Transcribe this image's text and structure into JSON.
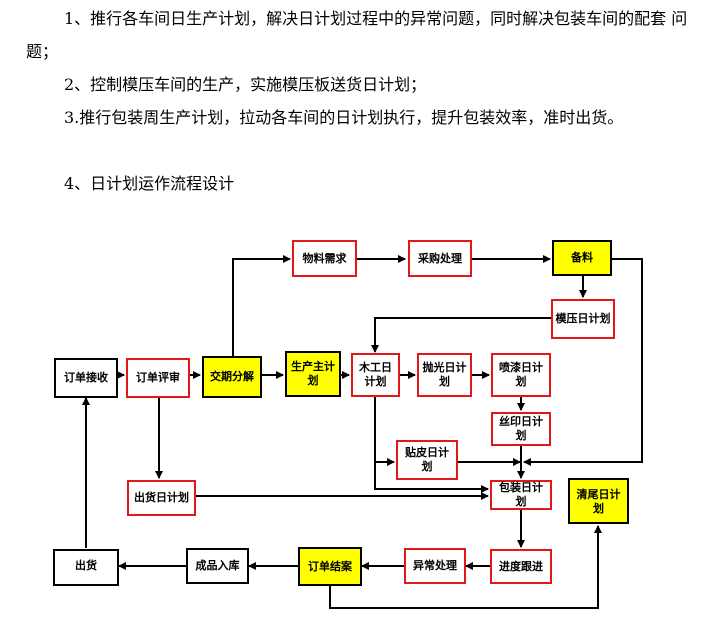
{
  "paragraphs": {
    "p1": "1、推行各车间日生产计划，解决日计划过程中的异常问题，同时解决包装车间的配套 问题；",
    "p2": "2、控制模压车间的生产，实施模压板送货日计划；",
    "p3": "3.推行包装周生产计划，拉动各车间的日计划执行，提升包装效率，准时出货。",
    "p4": "4、日计划运作流程设计"
  },
  "flowchart": {
    "order_receive": "订单接收",
    "order_review": "订单评审",
    "delivery_breakdown": "交期分解",
    "production_plan": "生产主计划",
    "material_demand": "物料需求",
    "purchase_processing": "采购处理",
    "stock_preparation": "备料",
    "molding_daily_plan": "模压日计划",
    "woodwork_daily_plan": "木工日计划",
    "polishing_daily_plan": "抛光日计划",
    "painting_daily_plan": "喷漆日计划",
    "silkscreen_daily_plan": "丝印日计划",
    "veneer_daily_plan": "贴皮日计划",
    "shipping_daily_plan": "出货日计划",
    "packing_daily_plan": "包装日计划",
    "cleanup_daily_plan": "清尾日计划",
    "shipment": "出货",
    "finished_goods_storage": "成品入库",
    "order_closure": "订单结案",
    "exception_handling": "异常处理",
    "progress_follow_up": "进度跟进"
  },
  "colors": {
    "process_border": "#e01818",
    "highlight_fill": "#ffff00",
    "line": "#000000"
  }
}
